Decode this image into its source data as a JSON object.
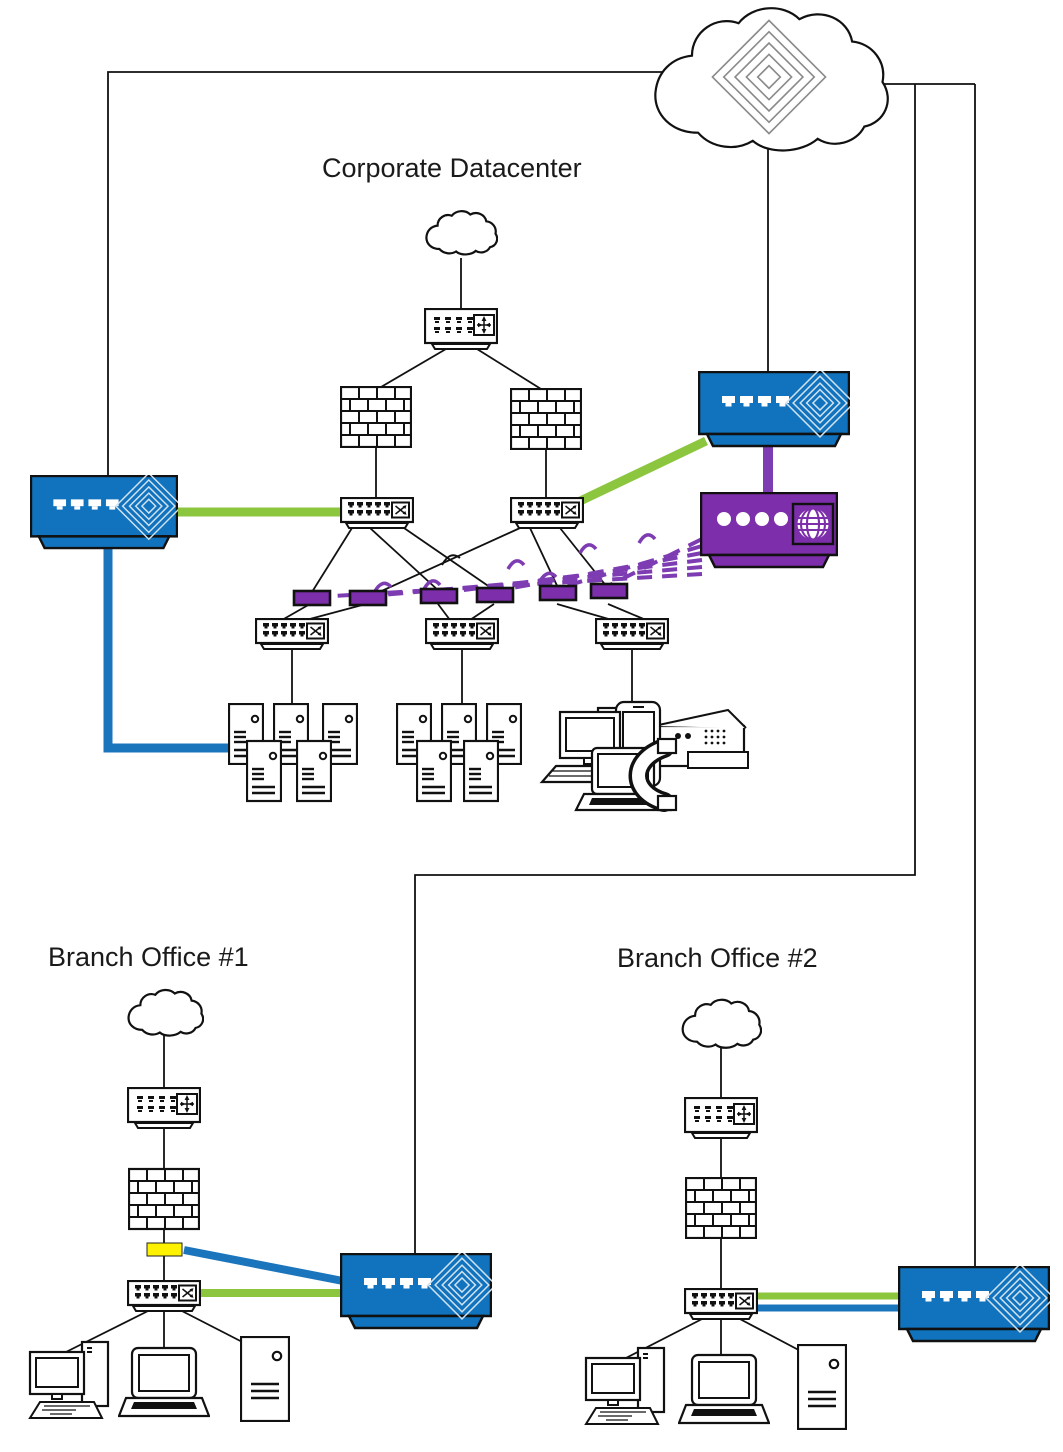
{
  "titles": {
    "datacenter": "Corporate Datacenter",
    "branch1": "Branch Office #1",
    "branch2": "Branch Office #2"
  },
  "colors": {
    "appliance_blue": "#1173BD",
    "appliance_purple": "#7D2EAA",
    "link_green": "#8CC63E",
    "link_blue": "#1B75BC",
    "link_purple": "#7E3CB3",
    "highlight_yellow": "#FFF200",
    "outline": "#111111",
    "text": "#1A1A1A",
    "logo_gray": "#8A8A8A"
  }
}
